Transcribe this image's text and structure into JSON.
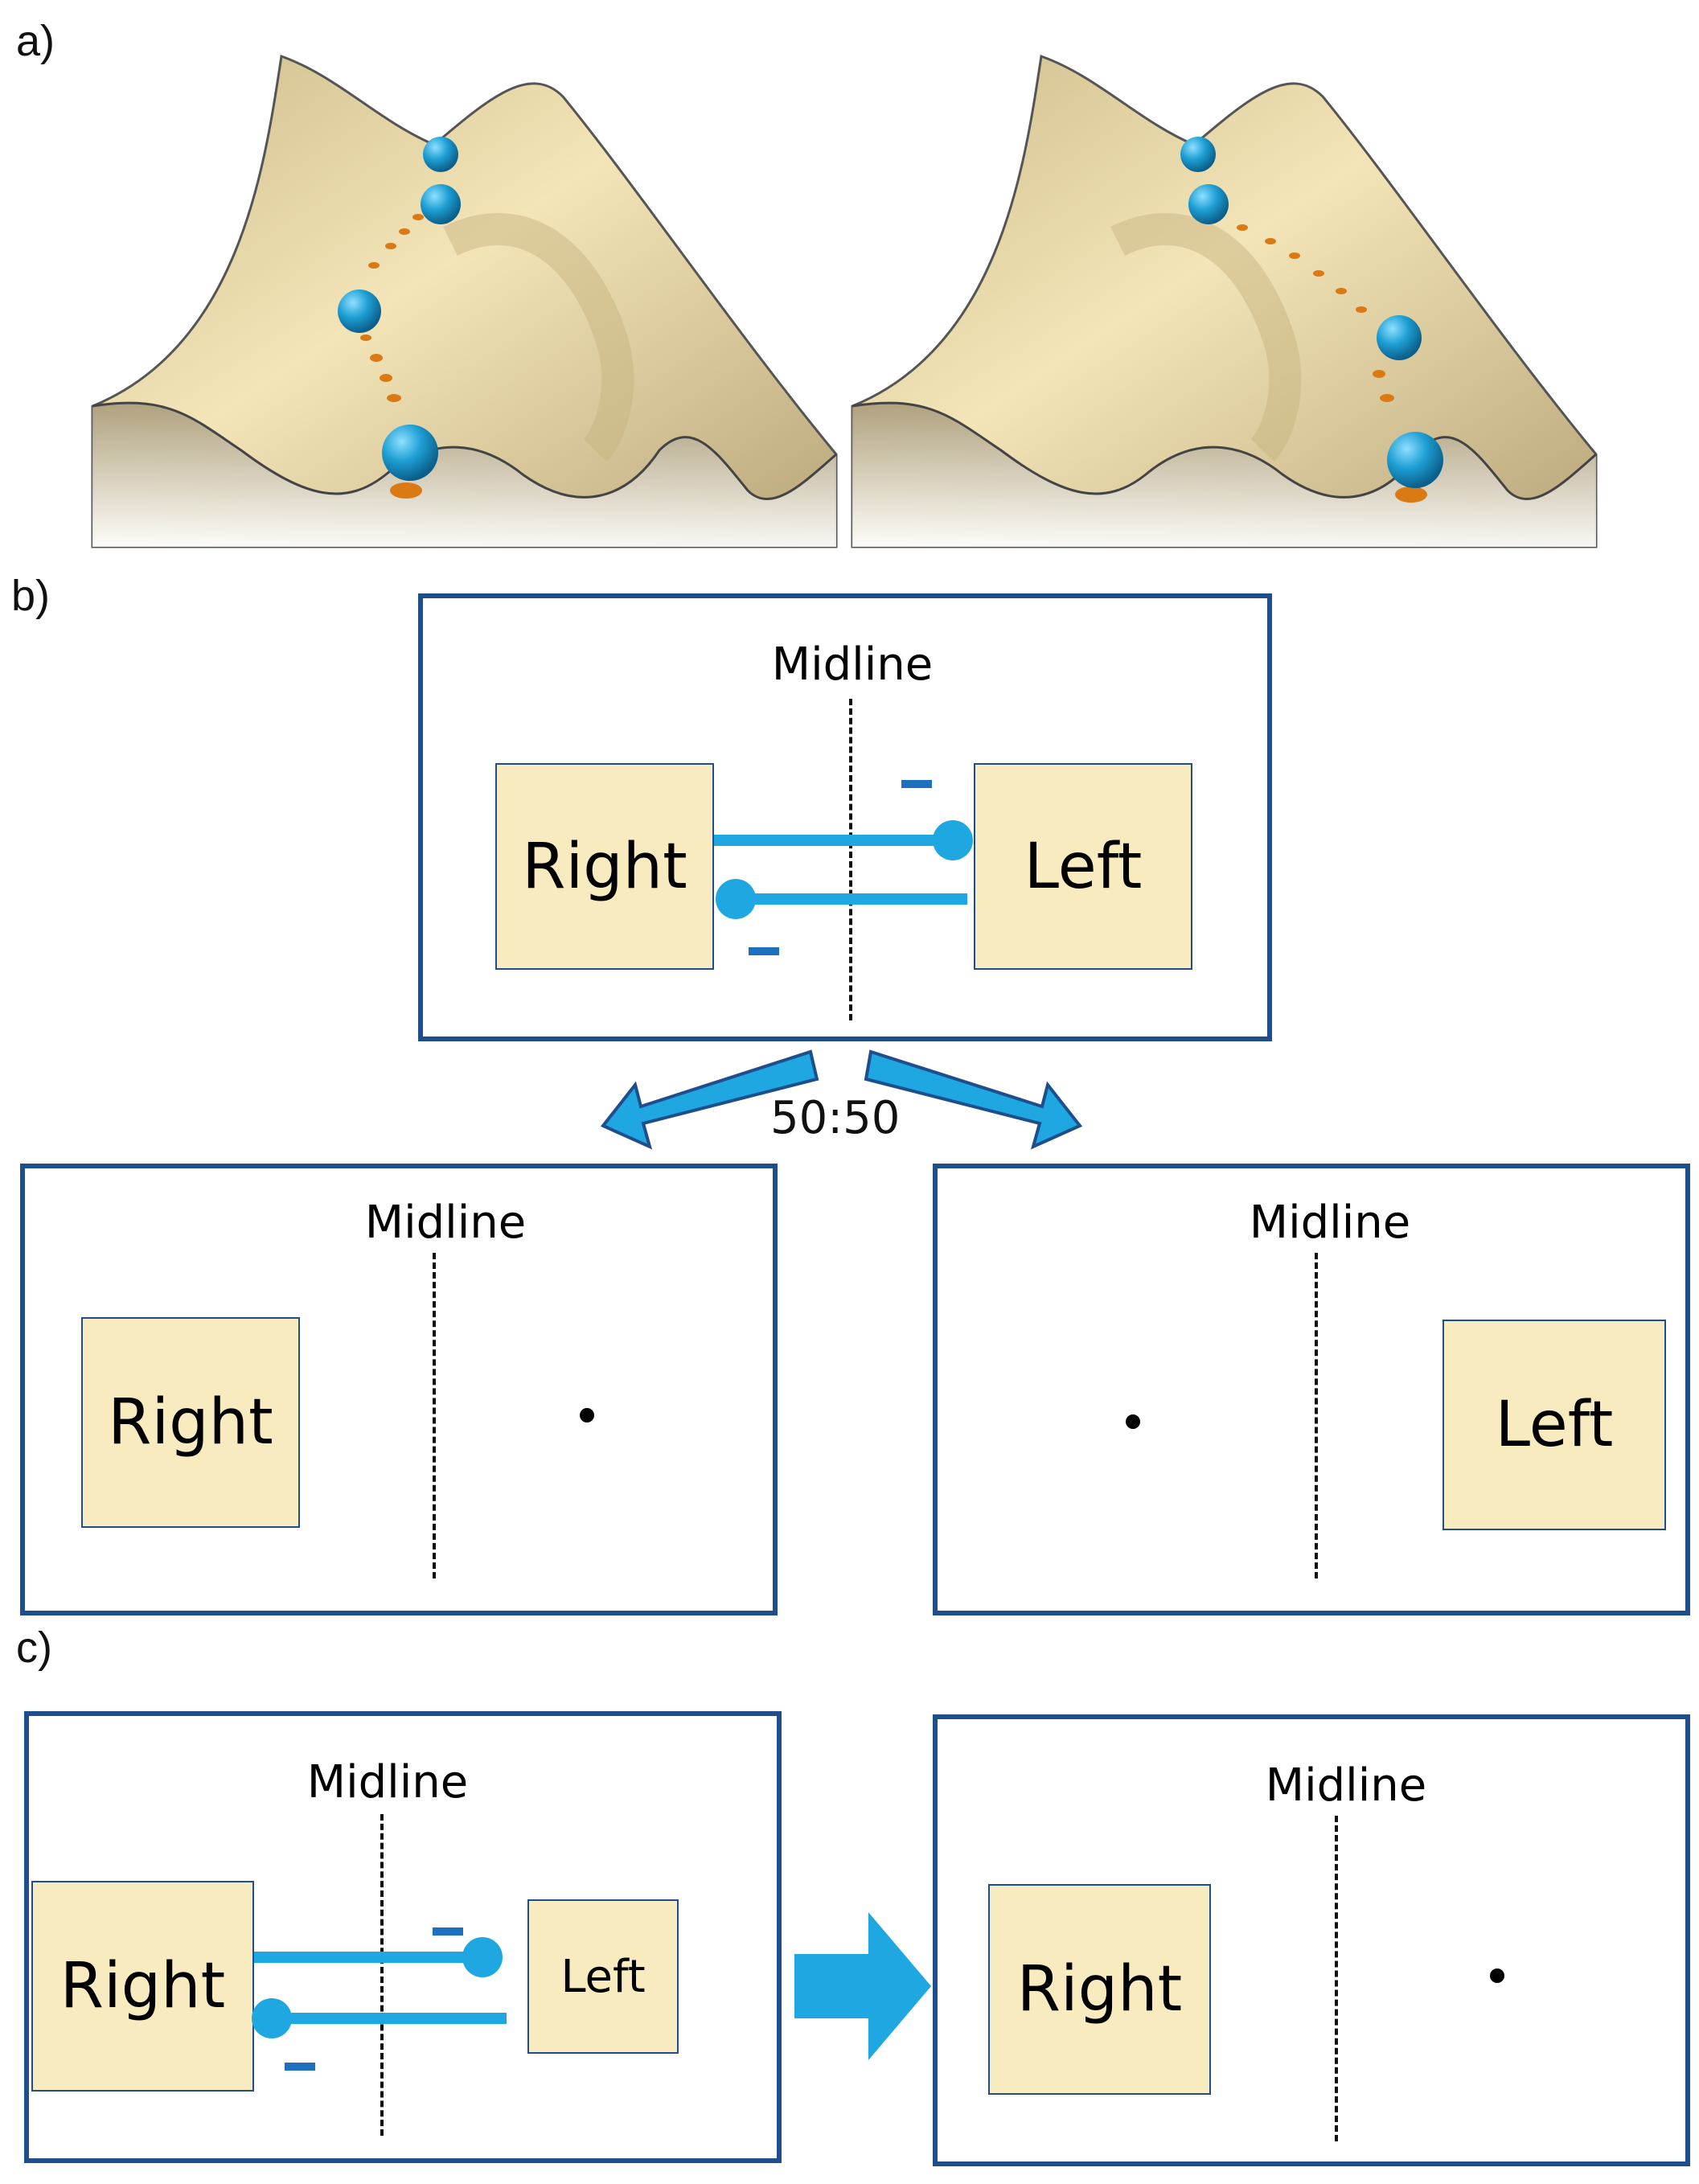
{
  "panel_labels": {
    "a": "a)",
    "b": "b)",
    "c": "c)"
  },
  "colors": {
    "box_fill": "#f8ebbf",
    "border": "#1f4e8c",
    "link": "#1ea7e1",
    "charge": "#1f6fbf",
    "ball": "#1e9fd4",
    "trail": "#d97a14",
    "surface": "#e9d8a6"
  },
  "b": {
    "top": {
      "midline": "Midline",
      "right": "Right",
      "left": "Left",
      "minus_top": "–",
      "minus_bottom": "–"
    },
    "ratio": "50:50",
    "bottom_left": {
      "midline": "Midline",
      "right": "Right"
    },
    "bottom_right": {
      "midline": "Midline",
      "left": "Left"
    }
  },
  "c": {
    "before": {
      "midline": "Midline",
      "right": "Right",
      "left": "Left",
      "minus_top": "–",
      "minus_bottom": "–"
    },
    "after": {
      "midline": "Midline",
      "right": "Right"
    }
  }
}
